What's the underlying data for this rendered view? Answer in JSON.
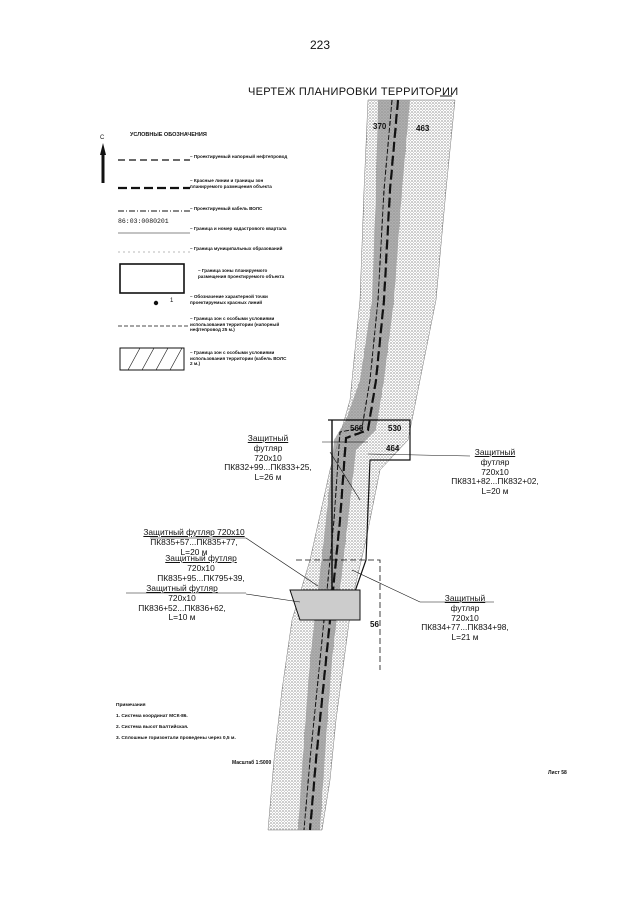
{
  "page_number": "223",
  "title": "ЧЕРТЕЖ ПЛАНИРОВКИ ТЕРРИТОРИИ",
  "north_letter": "С",
  "legend": {
    "heading": "УСЛОВНЫЕ ОБОЗНАЧЕНИЯ",
    "items": [
      "– Проектируемый напорный нефтепровод",
      "– Красные линии и границы зон планируемого размещения объекта",
      "– Проектируемый кабель ВОЛС",
      "– Граница и номер кадастрового квартала",
      "– Граница муниципальных образований",
      "– Граница зоны планируемого размещения проектируемого объекта",
      "– Обозначение характерной точки проектируемых красных линий",
      "– Граница зон с особыми условиями использования территории (напорный нефтепровод 25 м.)",
      "– Граница зон с особыми условиями использования территории (кабель ВОЛС 2 м.)"
    ],
    "parcel_number": "86:03:0080201",
    "point_number": "1"
  },
  "map_labels": {
    "l1": [
      "Защитный",
      "футляр",
      "720x10",
      "ПК832+99...ПК833+25,",
      "L=26 м"
    ],
    "l2": [
      "Защитный",
      "футляр",
      "720x10",
      "ПК831+82...ПК832+02,",
      "L=20 м"
    ],
    "l3": [
      "Защитный футляр 720x10",
      "ПК835+57...ПК835+77,",
      "L=20 м"
    ],
    "l4": [
      "Защитный футляр",
      "720x10",
      "ПК835+95...ПК795+39,"
    ],
    "l5": [
      "Защитный футляр",
      "720x10",
      "ПК836+52...ПК836+62,",
      "L=10 м"
    ],
    "l6": [
      "Защитный",
      "футляр",
      "720x10",
      "ПК834+77...ПК834+98,",
      "L=21 м"
    ]
  },
  "point_numbers": [
    "370",
    "463",
    "560",
    "530",
    "464",
    "56"
  ],
  "notes": {
    "heading": "Примечания",
    "items": [
      "1. Система координат МСК-86.",
      "2. Система высот Балтийская.",
      "3. Сплошные горизонтали проведены через 0,5 м."
    ]
  },
  "scale": "Масштаб 1:5000",
  "sheet": "Лист 58"
}
